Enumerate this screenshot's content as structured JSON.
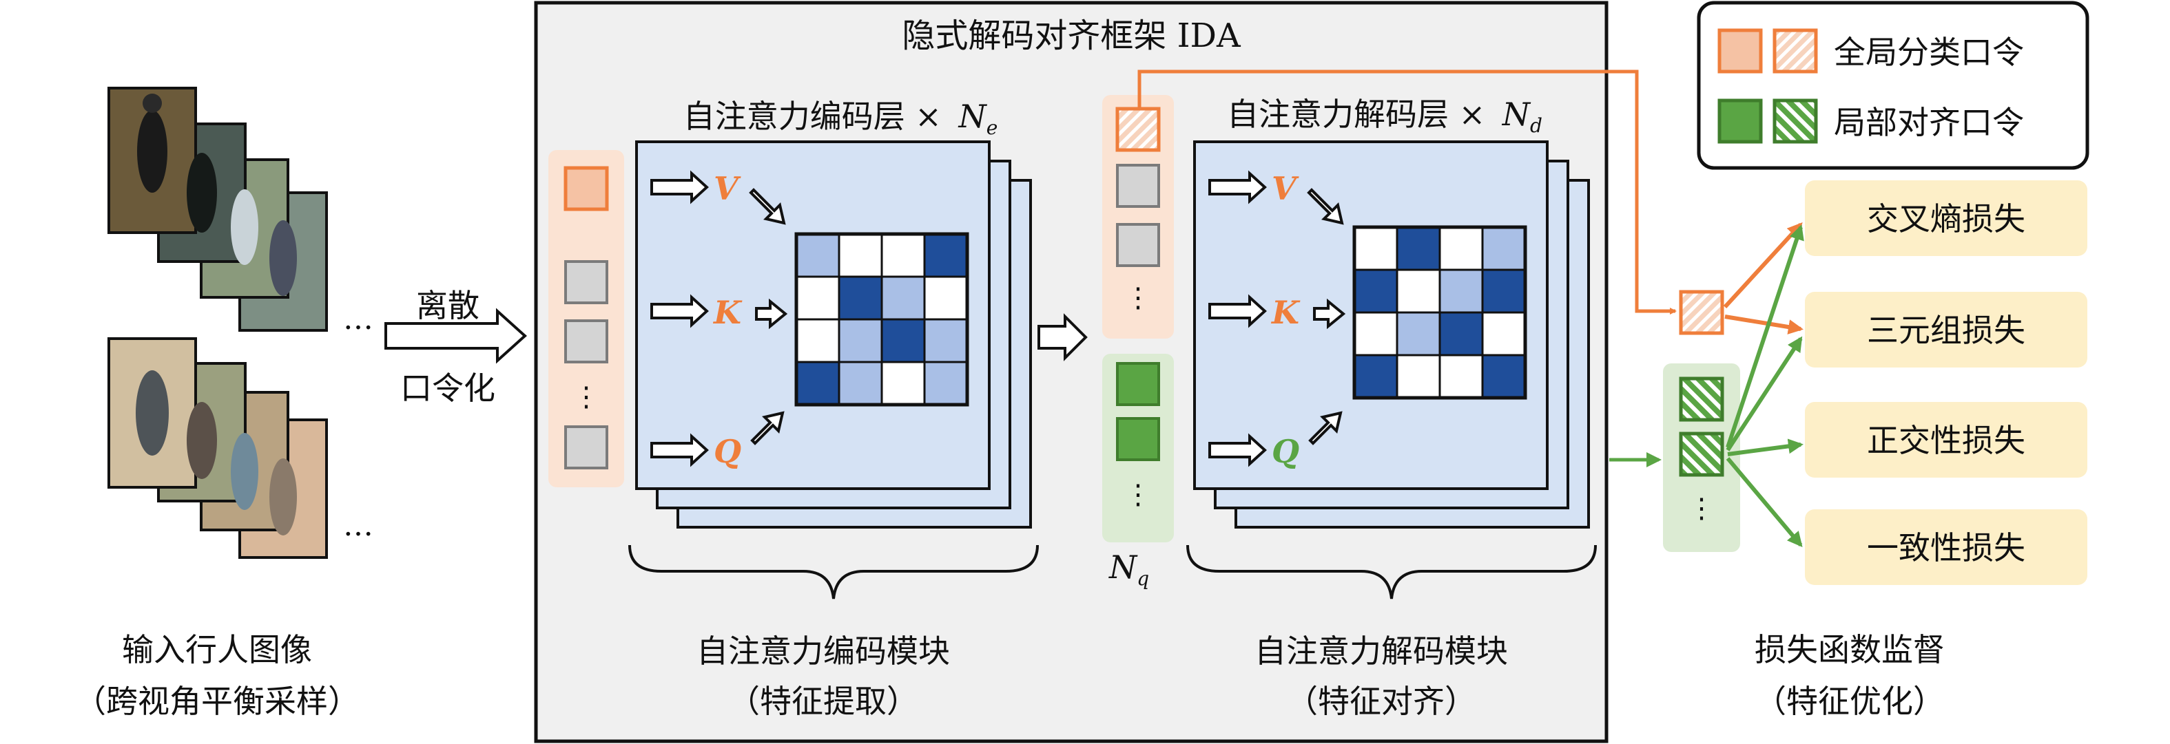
{
  "colors": {
    "orange": "#ef7e3b",
    "orange_fill": "#f5c2a4",
    "orange_bg": "#fbe3d3",
    "green": "#5aa544",
    "green_dark": "#3f7d2c",
    "green_bg": "#dcebd3",
    "gray_token": "#d4d4d4",
    "panel_bg": "#f0f0f0",
    "matrix_bg": "#d5e2f4",
    "navy": "#1f4e9a",
    "light_blue": "#a9bfe6",
    "loss_bg": "#fdefc8"
  },
  "framework": {
    "title": "隐式解码对齐框架 IDA"
  },
  "legend": {
    "global": "全局分类口令",
    "local": "局部对齐口令"
  },
  "input": {
    "label": "输入行人图像",
    "sublabel": "（跨视角平衡采样）",
    "ellipsis": "…"
  },
  "tokenize": {
    "line1": "离散",
    "line2": "口令化"
  },
  "encoder": {
    "layer_label": "自注意力编码层 ×",
    "layer_sym": "N",
    "layer_sub": "e",
    "module": "自注意力编码模块",
    "module_sub": "（特征提取）"
  },
  "decoder": {
    "layer_label": "自注意力解码层 ×",
    "layer_sym": "N",
    "layer_sub": "d",
    "module": "自注意力解码模块",
    "module_sub": "（特征对齐）"
  },
  "qkv": {
    "v": "V",
    "k": "K",
    "q": "Q"
  },
  "nq": {
    "sym": "N",
    "sub": "q"
  },
  "dots": "⋮",
  "losses": [
    "交叉熵损失",
    "三元组损失",
    "正交性损失",
    "一致性损失"
  ],
  "supervision": {
    "label": "损失函数监督",
    "sublabel": "（特征优化）"
  },
  "encoder_matrix": [
    [
      "l",
      "w",
      "w",
      "n"
    ],
    [
      "w",
      "n",
      "l",
      "w"
    ],
    [
      "w",
      "l",
      "n",
      "l"
    ],
    [
      "n",
      "l",
      "w",
      "l"
    ]
  ],
  "decoder_matrix": [
    [
      "w",
      "n",
      "w",
      "l"
    ],
    [
      "n",
      "w",
      "l",
      "n"
    ],
    [
      "w",
      "l",
      "n",
      "w"
    ],
    [
      "n",
      "w",
      "w",
      "n"
    ]
  ]
}
